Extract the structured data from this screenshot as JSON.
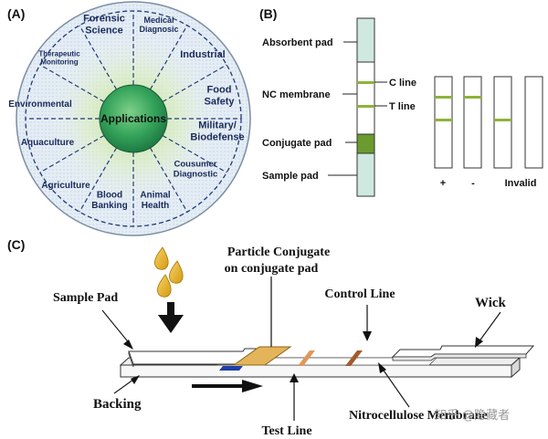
{
  "panel_a": {
    "label": "(A)",
    "center": "Applications",
    "sectors": [
      {
        "lines": [
          "Forensic",
          "Science"
        ],
        "size": 11
      },
      {
        "lines": [
          "Medical",
          "Diagnosic"
        ],
        "size": 9
      },
      {
        "lines": [
          "Industrial"
        ],
        "size": 11
      },
      {
        "lines": [
          "Food",
          "Safety"
        ],
        "size": 11
      },
      {
        "lines": [
          "Military/",
          "Biodefense"
        ],
        "size": 11
      },
      {
        "lines": [
          "Cousumer",
          "Diagnostic"
        ],
        "size": 9.5
      },
      {
        "lines": [
          "Animal",
          "Health"
        ],
        "size": 10
      },
      {
        "lines": [
          "Blood",
          "Banking"
        ],
        "size": 10
      },
      {
        "lines": [
          "Agriculture"
        ],
        "size": 10
      },
      {
        "lines": [
          "Aquaculture"
        ],
        "size": 10
      },
      {
        "lines": [
          "Environmental"
        ],
        "size": 10
      },
      {
        "lines": [
          "Therapeutic",
          "Monitoring"
        ],
        "size": 8
      }
    ]
  },
  "panel_b": {
    "label": "(B)",
    "parts": [
      "Absorbent pad",
      "NC membrane",
      "Conjugate pad",
      "Sample pad"
    ],
    "lines": [
      "C line",
      "T line"
    ],
    "results": [
      "+",
      "-",
      "Invalid"
    ]
  },
  "panel_c": {
    "label": "(C)",
    "conjugate_label_1": "Particle Conjugate",
    "conjugate_label_2": "on conjugate pad",
    "sample_pad": "Sample Pad",
    "control_line": "Control Line",
    "wick": "Wick",
    "backing": "Backing",
    "test_line": "Test Line",
    "membrane": "Nitrocellulose Membrane"
  },
  "watermark": "知乎 @隐藏者",
  "colors": {
    "strip_fill": "#cfe8e0",
    "line_green": "#8db33a",
    "conjugate_green": "#6b9a2e",
    "wheel_dark_blue": "#1a2a5c",
    "center_green": "#2e9a55",
    "test_line_orange": "#d98a4a",
    "control_line_brown": "#9a5a30",
    "conjugate_pad_gold": "#e3b45a",
    "drop_yellow": "#e9b21d"
  }
}
